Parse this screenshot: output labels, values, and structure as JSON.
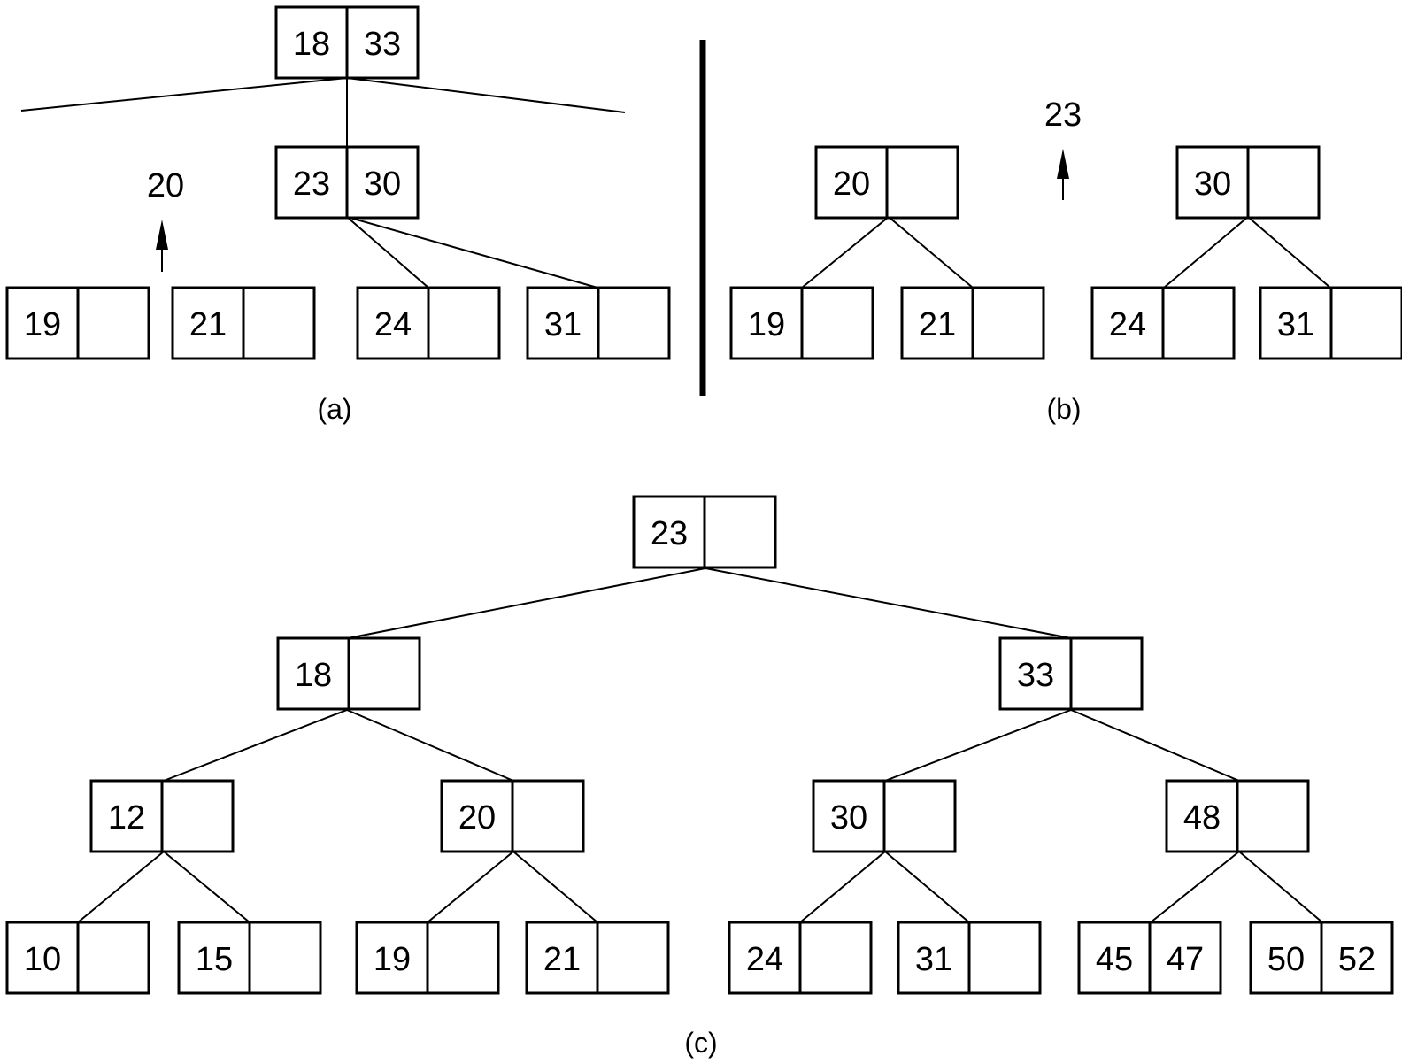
{
  "panel_a": {
    "caption": "(a)",
    "root": [
      "18",
      "33"
    ],
    "child": [
      "23",
      "30"
    ],
    "promoted_key": "20",
    "leaves": [
      [
        "19",
        ""
      ],
      [
        "21",
        ""
      ],
      [
        "24",
        ""
      ],
      [
        "31",
        ""
      ]
    ]
  },
  "panel_b": {
    "caption": "(b)",
    "promoted_key": "23",
    "left_parent": [
      "20",
      ""
    ],
    "right_parent": [
      "30",
      ""
    ],
    "leaves": [
      [
        "19",
        ""
      ],
      [
        "21",
        ""
      ],
      [
        "24",
        ""
      ],
      [
        "31",
        ""
      ]
    ]
  },
  "panel_c": {
    "caption": "(c)",
    "root": [
      "23",
      ""
    ],
    "level1": [
      [
        "18",
        ""
      ],
      [
        "33",
        ""
      ]
    ],
    "level2": [
      [
        "12",
        ""
      ],
      [
        "20",
        ""
      ],
      [
        "30",
        ""
      ],
      [
        "48",
        ""
      ]
    ],
    "leaves": [
      [
        "10",
        ""
      ],
      [
        "15",
        ""
      ],
      [
        "19",
        ""
      ],
      [
        "21",
        ""
      ],
      [
        "24",
        ""
      ],
      [
        "31",
        ""
      ],
      [
        "45",
        "47"
      ],
      [
        "50",
        "52"
      ]
    ]
  }
}
